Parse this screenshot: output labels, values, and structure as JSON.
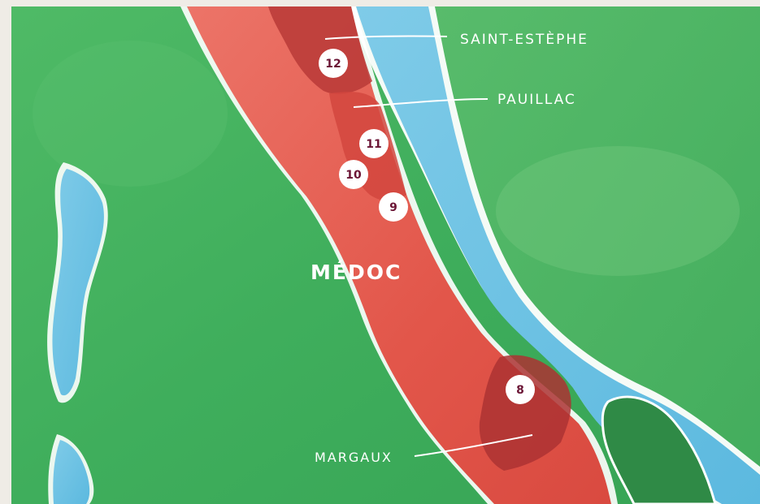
{
  "map": {
    "region_label": "MÉDOC",
    "places": [
      {
        "id": "saint-estephe",
        "label": "SAINT-ESTÈPHE"
      },
      {
        "id": "pauillac",
        "label": "PAUILLAC"
      },
      {
        "id": "margaux",
        "label": "MARGAUX"
      }
    ],
    "markers": [
      {
        "label": "12"
      },
      {
        "label": "11"
      },
      {
        "label": "10"
      },
      {
        "label": "9"
      },
      {
        "label": "8"
      }
    ],
    "colors": {
      "frame": "#efece6",
      "land": "#3fae5c",
      "land_dark": "#2f8a46",
      "region": "#e2564a",
      "region_dark": "#b93a37",
      "water": "#58b7de",
      "label": "#ffffff",
      "marker_text": "#6b1535"
    }
  }
}
